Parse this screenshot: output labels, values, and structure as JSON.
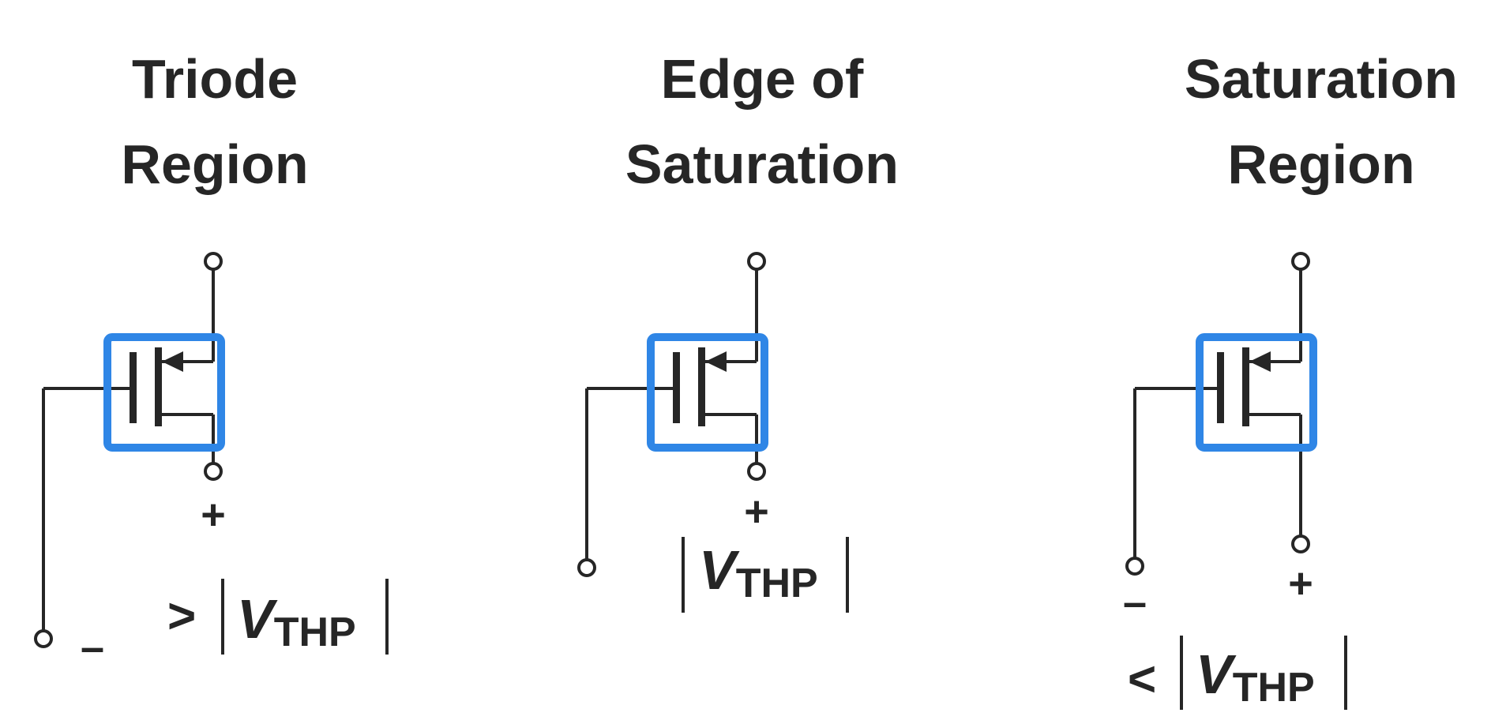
{
  "panels": [
    {
      "title_line1": "Triode",
      "title_line2": "Region",
      "plus": "+",
      "minus": "–",
      "comparator": ">",
      "v_symbol": "V",
      "v_subscript": "THP"
    },
    {
      "title_line1": "Edge of",
      "title_line2": "Saturation",
      "plus": "+",
      "comparator": "",
      "v_symbol": "V",
      "v_subscript": "THP"
    },
    {
      "title_line1": "Saturation",
      "title_line2": "Region",
      "plus": "+",
      "minus": "–",
      "comparator": "<",
      "v_symbol": "V",
      "v_subscript": "THP"
    }
  ],
  "colors": {
    "ink": "#262626",
    "highlight": "#2f86e6",
    "background": "#ffffff"
  }
}
